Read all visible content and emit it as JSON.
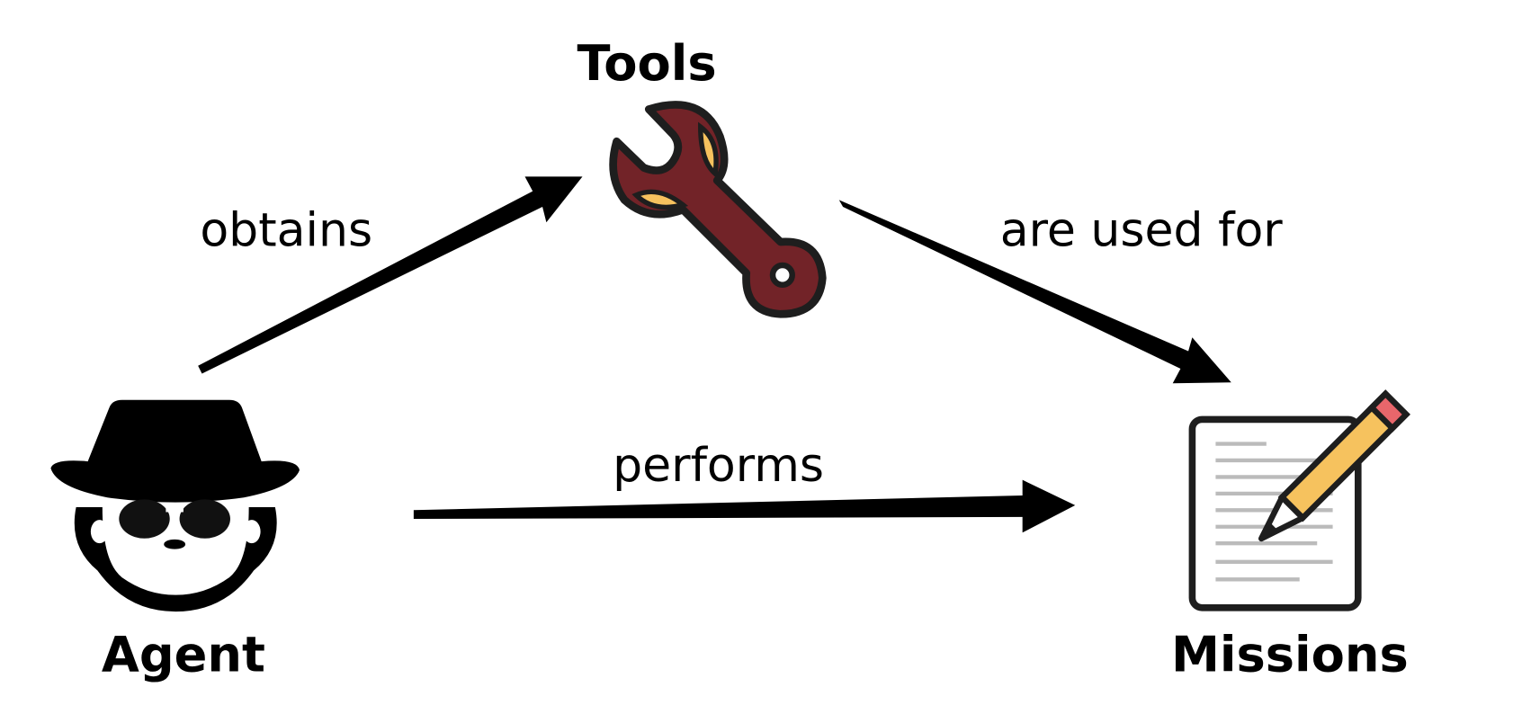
{
  "nodes": {
    "tools": "Tools",
    "agent": "Agent",
    "missions": "Missions"
  },
  "edges": {
    "obtains": "obtains",
    "used_for": "are used for",
    "performs": "performs"
  },
  "icons": {
    "tools": "wrench-icon",
    "agent": "spy-agent-icon",
    "missions": "document-pencil-icon"
  },
  "colors": {
    "wrench": "#722328",
    "wrench_accent": "#F6C25E",
    "pencil": "#F6C25E",
    "eraser": "#E8666B",
    "outline": "#1E1E1E"
  }
}
